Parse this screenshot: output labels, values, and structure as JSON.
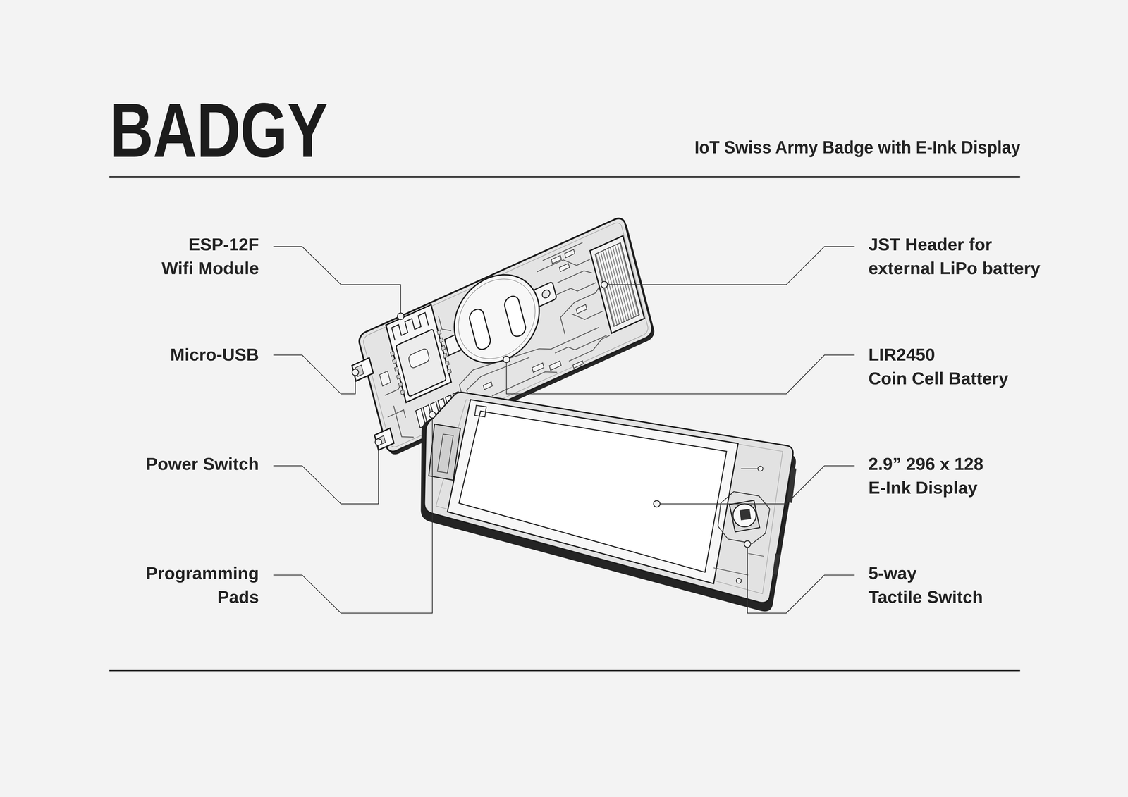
{
  "diagram": {
    "title": "BADGY",
    "caption": "IoT Swiss Army Badge with E-Ink Display",
    "labels": [
      "ESP-12F Wifi Module",
      "JST Header for external LiPo battery",
      "Micro-USB",
      "LIR2450 Coin Cell Battery",
      "Power Switch",
      "2.9” 296 x 128 E-Ink Display",
      "Programming Pads",
      "5-way Tactile Switch"
    ]
  }
}
